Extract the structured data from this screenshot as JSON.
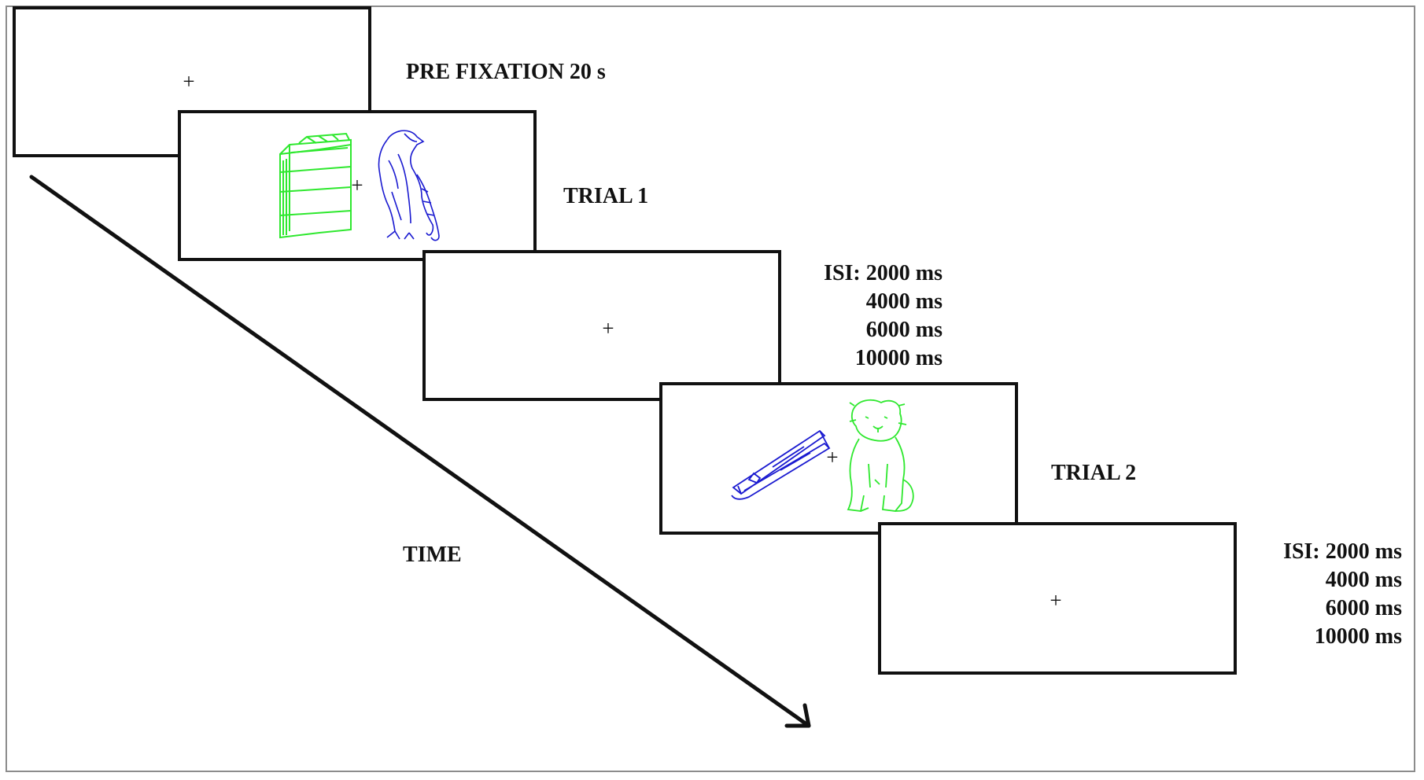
{
  "fixation_symbol": "+",
  "colors": {
    "green": "#2ee82e",
    "blue": "#1a1ad0",
    "frame": "#8c8c8c",
    "ink": "#111111"
  },
  "labels": {
    "pre_fixation": "PRE FIXATION 20 s",
    "trial1": "TRIAL 1",
    "trial2": "TRIAL 2",
    "time": "TIME"
  },
  "isi1": {
    "prefix": "ISI:",
    "values": [
      "2000 ms",
      "4000 ms",
      "6000 ms",
      "10000 ms"
    ]
  },
  "isi2": {
    "prefix": "ISI:",
    "values": [
      "2000 ms",
      "4000 ms",
      "6000 ms",
      "10000 ms"
    ]
  },
  "stimuli": {
    "trial1": {
      "left": "book (green)",
      "right": "eagle (blue)"
    },
    "trial2": {
      "left": "clothespin (blue)",
      "right": "lion cub (green)"
    }
  }
}
